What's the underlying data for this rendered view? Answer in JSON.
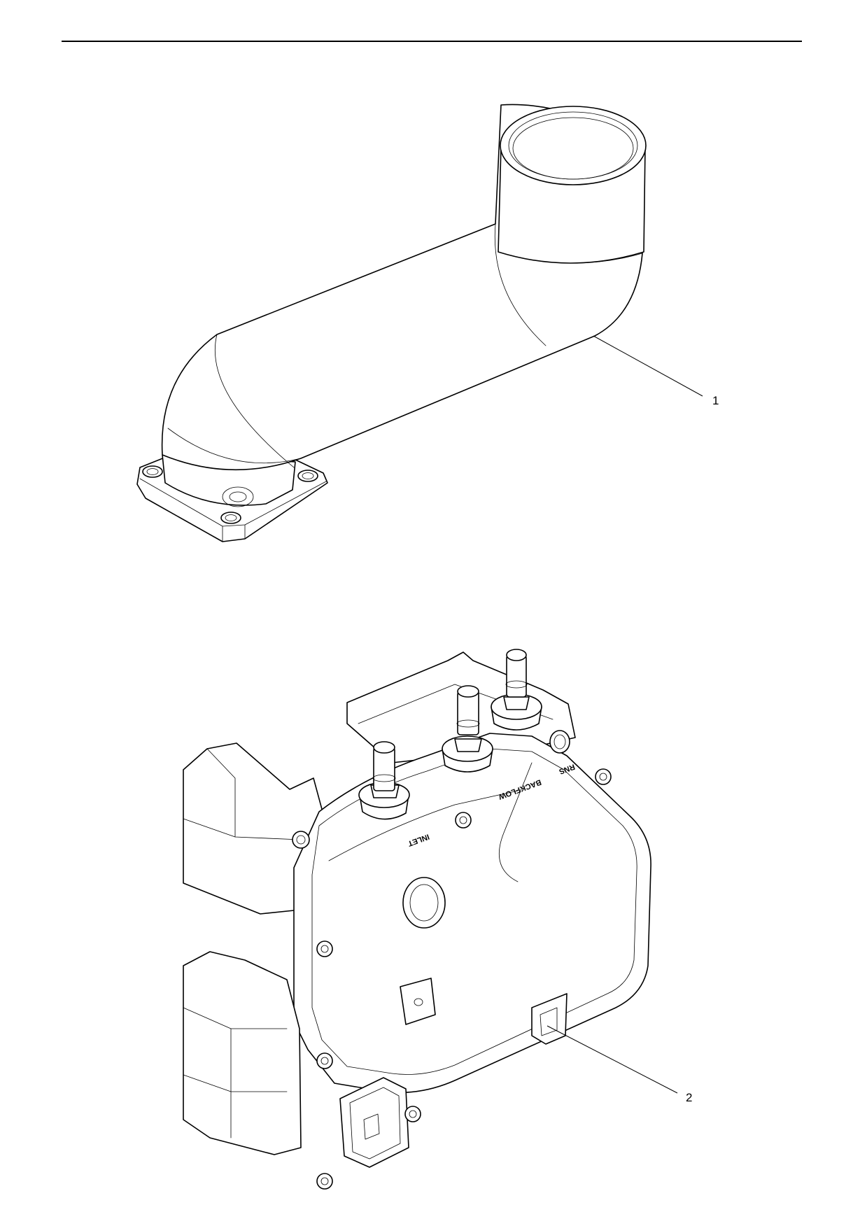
{
  "callouts": [
    {
      "label": "1",
      "part": "elbow-pipe"
    },
    {
      "label": "2",
      "part": "dosing-module"
    }
  ],
  "embossed_labels": {
    "inlet": "INLET",
    "backflow": "BACKFLOW",
    "third": "RNS"
  },
  "colors": {
    "line": "#000000",
    "background": "#ffffff"
  }
}
